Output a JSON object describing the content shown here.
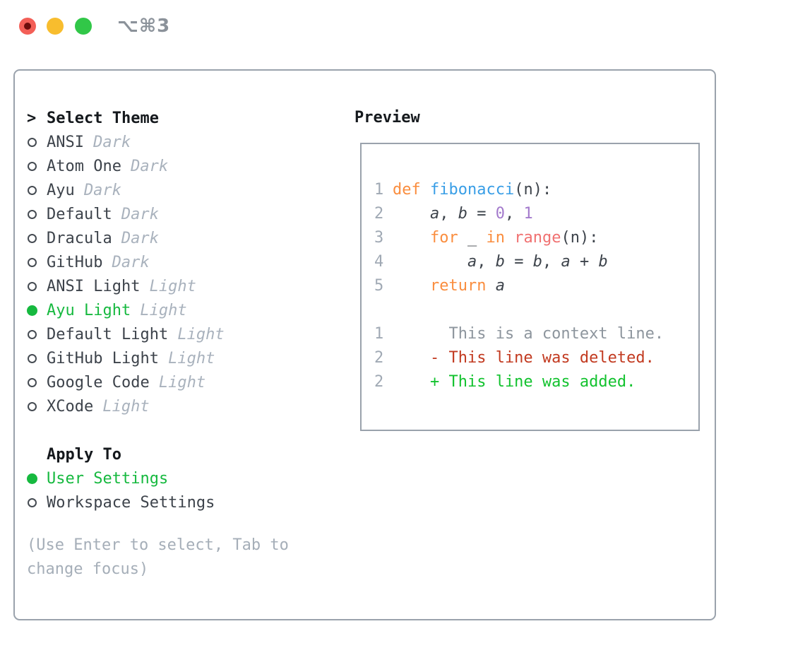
{
  "window": {
    "shortcut": "⌥⌘3",
    "traffic_colors": {
      "close": "#f35f57",
      "minimize": "#f8bd2e",
      "zoom": "#31c748"
    }
  },
  "left": {
    "header": {
      "prefix": ">",
      "label": "Select Theme"
    },
    "themes": [
      {
        "name": "ANSI",
        "variant": "Dark",
        "selected": false
      },
      {
        "name": "Atom One",
        "variant": "Dark",
        "selected": false
      },
      {
        "name": "Ayu",
        "variant": "Dark",
        "selected": false
      },
      {
        "name": "Default",
        "variant": "Dark",
        "selected": false
      },
      {
        "name": "Dracula",
        "variant": "Dark",
        "selected": false
      },
      {
        "name": "GitHub",
        "variant": "Dark",
        "selected": false
      },
      {
        "name": "ANSI Light",
        "variant": "Light",
        "selected": false
      },
      {
        "name": "Ayu Light",
        "variant": "Light",
        "selected": true
      },
      {
        "name": "Default Light",
        "variant": "Light",
        "selected": false
      },
      {
        "name": "GitHub Light",
        "variant": "Light",
        "selected": false
      },
      {
        "name": "Google Code",
        "variant": "Light",
        "selected": false
      },
      {
        "name": "XCode",
        "variant": "Light",
        "selected": false
      }
    ],
    "apply_to": {
      "label": "Apply To",
      "options": [
        {
          "label": "User Settings",
          "selected": true
        },
        {
          "label": "Workspace Settings",
          "selected": false
        }
      ]
    },
    "hint": "(Use Enter to select, Tab to change focus)"
  },
  "preview": {
    "label": "Preview",
    "selected_theme_colors": {
      "keyword": "#fa8d3e",
      "function": "#399ee6",
      "number": "#a37acc",
      "call": "#f07171",
      "text": "#3d434b",
      "context": "#8d959d",
      "deleted": "#c23a20",
      "added": "#12c22e",
      "line_number": "#a0a9b4"
    },
    "lines": [
      {
        "num": "1",
        "tokens": [
          {
            "t": "def ",
            "s": "kw"
          },
          {
            "t": "fibonacci",
            "s": "fn"
          },
          {
            "t": "(n):",
            "s": "pl"
          }
        ]
      },
      {
        "num": "2",
        "tokens": [
          {
            "t": "    ",
            "s": "pl"
          },
          {
            "t": "a",
            "s": "va"
          },
          {
            "t": ", ",
            "s": "pl"
          },
          {
            "t": "b",
            "s": "va"
          },
          {
            "t": " = ",
            "s": "pl"
          },
          {
            "t": "0",
            "s": "nu"
          },
          {
            "t": ", ",
            "s": "pl"
          },
          {
            "t": "1",
            "s": "nu"
          }
        ]
      },
      {
        "num": "3",
        "tokens": [
          {
            "t": "    ",
            "s": "pl"
          },
          {
            "t": "for",
            "s": "kw"
          },
          {
            "t": " _ ",
            "s": "pl"
          },
          {
            "t": "in",
            "s": "kw"
          },
          {
            "t": " ",
            "s": "pl"
          },
          {
            "t": "range",
            "s": "ca"
          },
          {
            "t": "(n):",
            "s": "pl"
          }
        ]
      },
      {
        "num": "4",
        "tokens": [
          {
            "t": "        ",
            "s": "pl"
          },
          {
            "t": "a",
            "s": "va"
          },
          {
            "t": ", ",
            "s": "pl"
          },
          {
            "t": "b",
            "s": "va"
          },
          {
            "t": " = ",
            "s": "pl"
          },
          {
            "t": "b",
            "s": "va"
          },
          {
            "t": ", ",
            "s": "pl"
          },
          {
            "t": "a",
            "s": "va"
          },
          {
            "t": " + ",
            "s": "pl"
          },
          {
            "t": "b",
            "s": "va"
          }
        ]
      },
      {
        "num": "5",
        "tokens": [
          {
            "t": "    ",
            "s": "pl"
          },
          {
            "t": "return ",
            "s": "kw"
          },
          {
            "t": "a",
            "s": "va"
          }
        ]
      },
      {
        "num": "",
        "tokens": []
      },
      {
        "num": "1",
        "tokens": [
          {
            "t": "      This is a context line.",
            "s": "cx"
          }
        ]
      },
      {
        "num": "2",
        "tokens": [
          {
            "t": "    - This line was deleted.",
            "s": "de"
          }
        ]
      },
      {
        "num": "2",
        "tokens": [
          {
            "t": "    + This line was added.",
            "s": "ad"
          }
        ]
      }
    ]
  }
}
